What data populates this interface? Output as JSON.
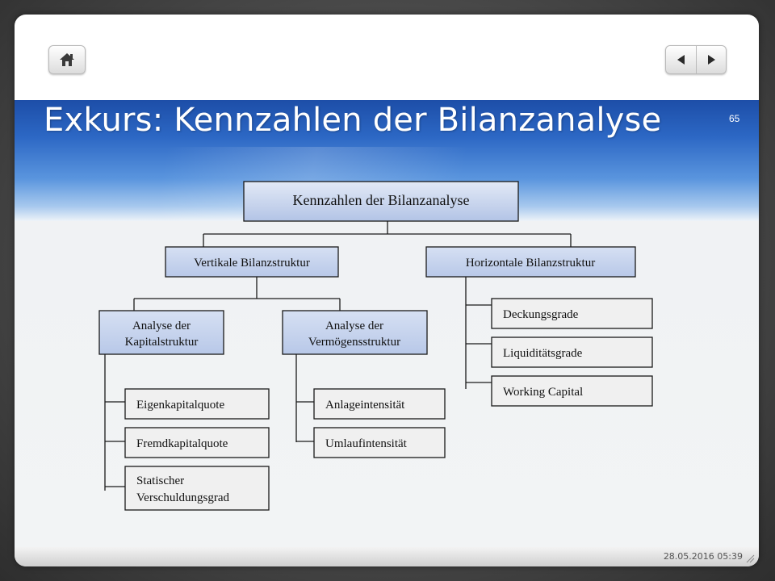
{
  "slide": {
    "title": "Exkurs: Kennzahlen der Bilanzanalyse",
    "page_number": "65",
    "date": "28.05.2016 05:39"
  },
  "diagram": {
    "root": "Kennzahlen der Bilanzanalyse",
    "vertical": "Vertikale Bilanzstruktur",
    "horizontal": "Horizontale Bilanzstruktur",
    "kapital_line1": "Analyse der",
    "kapital_line2": "Kapitalstruktur",
    "vermoegen_line1": "Analyse der",
    "vermoegen_line2": "Vermögensstruktur",
    "eigenkapital": "Eigenkapitalquote",
    "fremdkapital": "Fremdkapitalquote",
    "statisch_line1": "Statischer",
    "statisch_line2": "Verschuldungsgrad",
    "anlage": "Anlageintensität",
    "umlauf": "Umlaufintensität",
    "deckung": "Deckungsgrade",
    "liquiditaet": "Liquiditätsgrade",
    "working": "Working Capital"
  },
  "colors": {
    "title_band": "#2c67c4",
    "header_box_fill": "#c5d3ee",
    "leaf_box_fill": "#f0f0f0"
  }
}
